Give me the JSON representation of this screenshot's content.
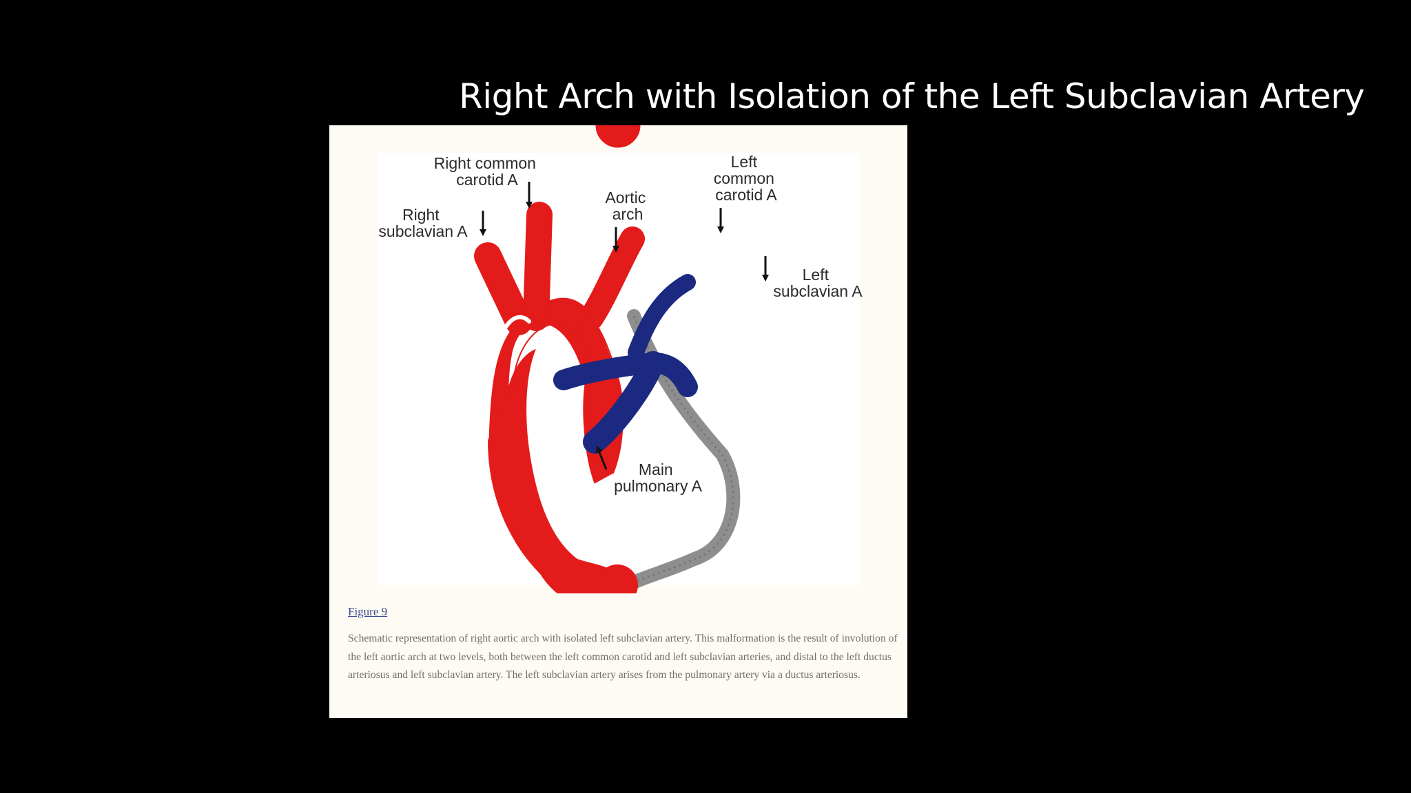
{
  "slide": {
    "title": "Right Arch with Isolation of the Left Subclavian Artery"
  },
  "diagram": {
    "labels": {
      "right_common_carotid": [
        "Right common",
        "carotid A"
      ],
      "left_common_carotid": [
        "Left",
        "common",
        "carotid A"
      ],
      "aortic_arch": [
        "Aortic",
        "arch"
      ],
      "right_subclavian": [
        "Right",
        "subclavian A"
      ],
      "left_subclavian": [
        "Left",
        "subclavian A"
      ],
      "main_pulmonary": [
        "Main",
        "pulmonary A"
      ]
    },
    "colors": {
      "aorta": "#e41b1b",
      "pulmonary": "#1b2a80",
      "ductus": "#8e8e8e",
      "panel": "#fdfbf3",
      "inner_panel": "#ffffff"
    }
  },
  "figure": {
    "link_text": "Figure 9",
    "caption": "Schematic representation of right aortic arch with isolated left subclavian artery. This malformation is the result of involution of the left aortic arch at two levels, both between the left common carotid and left subclavian arteries, and distal to the left ductus arteriosus and left subclavian artery. The left subclavian artery arises from the pulmonary artery via a ductus arteriosus."
  }
}
